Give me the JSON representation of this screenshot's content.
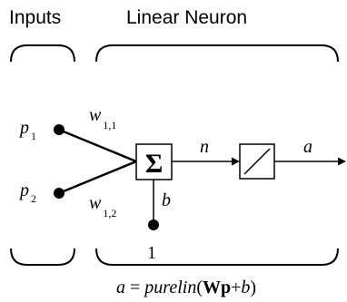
{
  "headings": {
    "inputs": "Inputs",
    "neuron": "Linear Neuron"
  },
  "inputs": [
    {
      "symbol": "p",
      "subscript": "1"
    },
    {
      "symbol": "p",
      "subscript": "2"
    }
  ],
  "weights": [
    {
      "symbol": "w",
      "subscript": "1,1"
    },
    {
      "symbol": "w",
      "subscript": "1,2"
    }
  ],
  "summation_symbol": "Σ",
  "net_input": "n",
  "bias": "b",
  "bias_input": "1",
  "output": "a",
  "equation": {
    "lhs": "a",
    "equals": "=",
    "func": "purelin",
    "open": "(",
    "W": "W",
    "p": "p",
    "plus": "+",
    "b": "b",
    "close": ")"
  }
}
